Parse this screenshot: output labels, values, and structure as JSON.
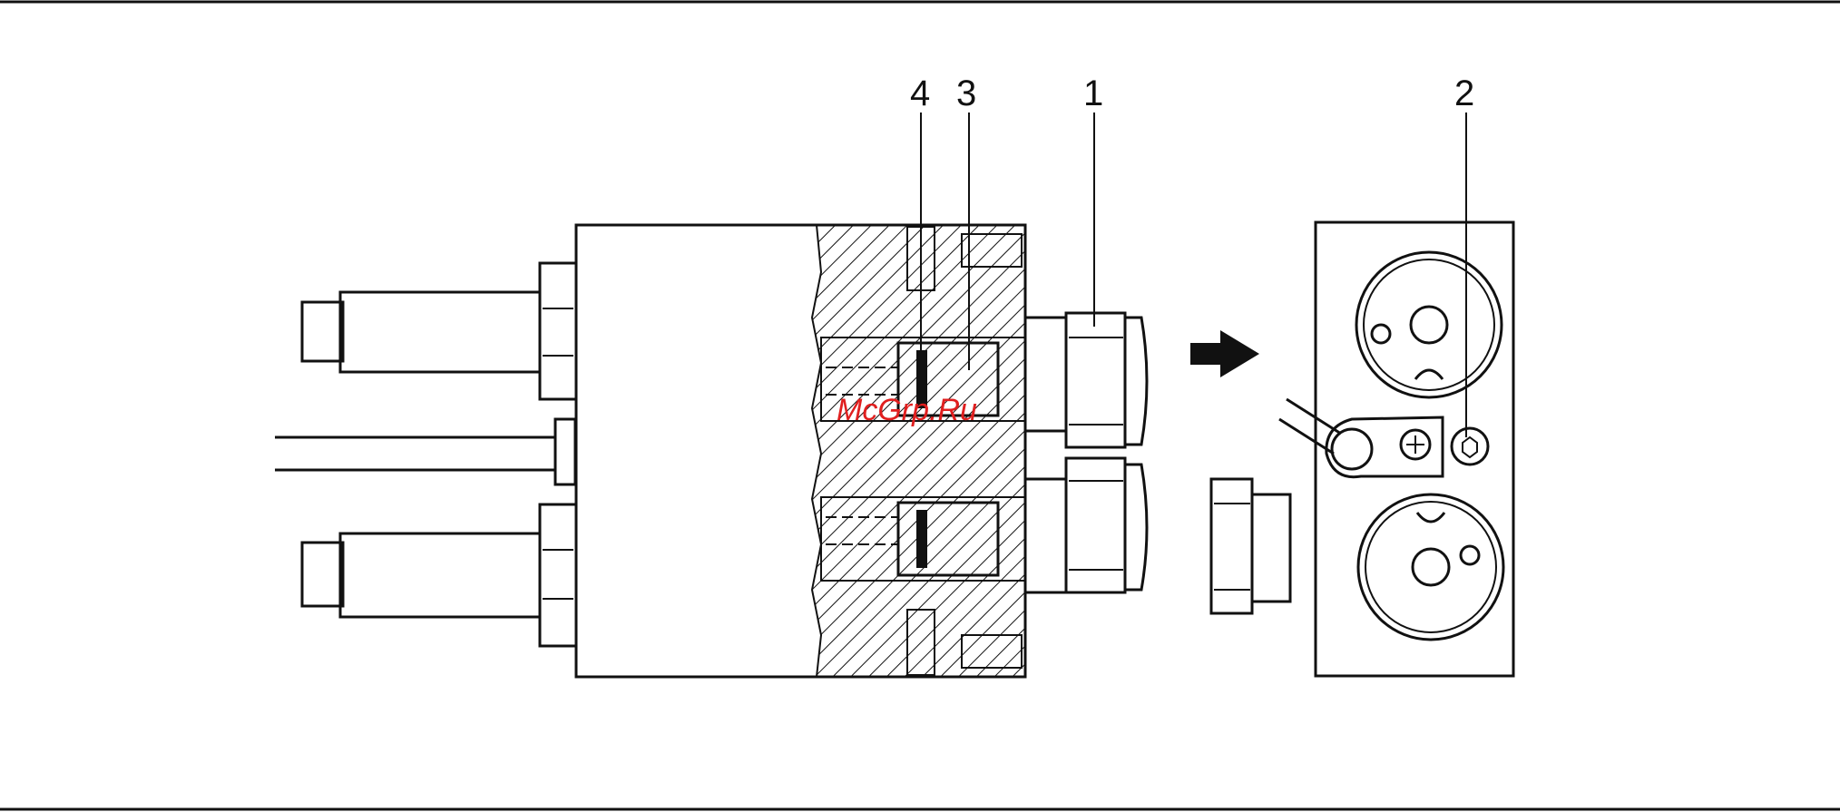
{
  "callouts": [
    {
      "id": "4",
      "label": "4"
    },
    {
      "id": "3",
      "label": "3"
    },
    {
      "id": "1",
      "label": "1"
    },
    {
      "id": "2",
      "label": "2"
    }
  ],
  "watermark": "McGrp.Ru",
  "colors": {
    "ink": "#111111",
    "watermark": "#e01f1f",
    "paper": "#ffffff"
  },
  "icons": {
    "direction": "arrow-right-icon",
    "screw": "phillips-screw-icon"
  }
}
